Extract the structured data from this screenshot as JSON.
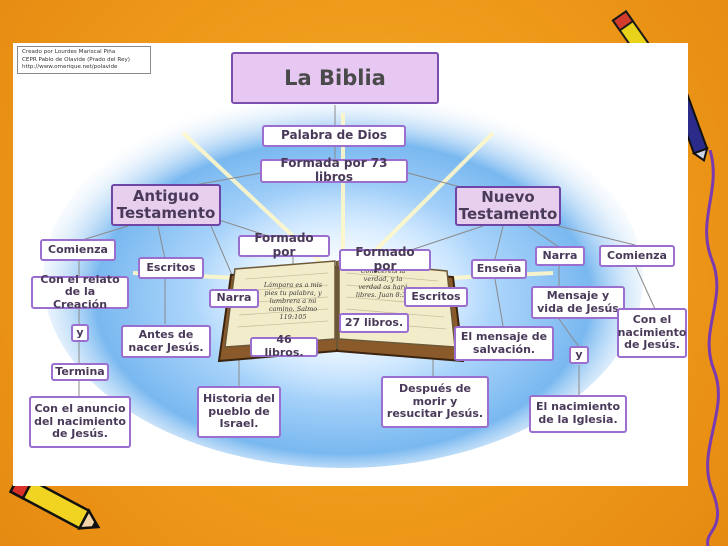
{
  "credit": {
    "line1": "Creado por Lourdes Mariscal Piña",
    "line2": "CEPR Pablo de Olavide (Prado del Rey)",
    "line3": "http://www.omerique.net/polavide"
  },
  "nodes": {
    "title": "La Biblia",
    "palabra": "Palabra de Dios",
    "formada": "Formada por 73 libros",
    "antiguo": "Antiguo Testamento",
    "nuevo": "Nuevo Testamento",
    "formado_por_left": "Formado por",
    "formado_por_right": "Formado por",
    "comienza_left": "Comienza",
    "escritos_left": "Escritos",
    "con_el_relato": "Con el relato de la Creación",
    "narra_left": "Narra",
    "y_left": "y",
    "antes_de": "Antes de nacer Jesús.",
    "libros_46": "46 libros.",
    "termina": "Termina",
    "con_el_anuncio": "Con el anuncio del nacimiento de Jesús.",
    "historia": "Historia del pueblo de Israel.",
    "libros_27": "27 libros.",
    "escritos_right": "Escritos",
    "ensena": "Enseña",
    "narra_right": "Narra",
    "comienza_right": "Comienza",
    "mensaje_vida": "Mensaje y vida de Jesús",
    "el_mensaje": "El mensaje de salvación.",
    "y_right": "y",
    "con_el_nacimiento": "Con el nacimiento de Jesús.",
    "despues": "Después de morir y resucitar Jesús.",
    "nacimiento_iglesia": "El nacimiento de la Iglesia."
  },
  "bible_text": {
    "left_page": "Lámpara es a mis pies tu palabra, y lumbrera a mi camino. Salmo 119:105",
    "right_page": "Conoceréis la verdad, y la verdad os hará libres. Juan 8:32"
  },
  "colors": {
    "background": "#ee9818",
    "box_border": "#9a6fd0",
    "title_fill": "#e6c8f2",
    "sky": "#79b8f0"
  }
}
